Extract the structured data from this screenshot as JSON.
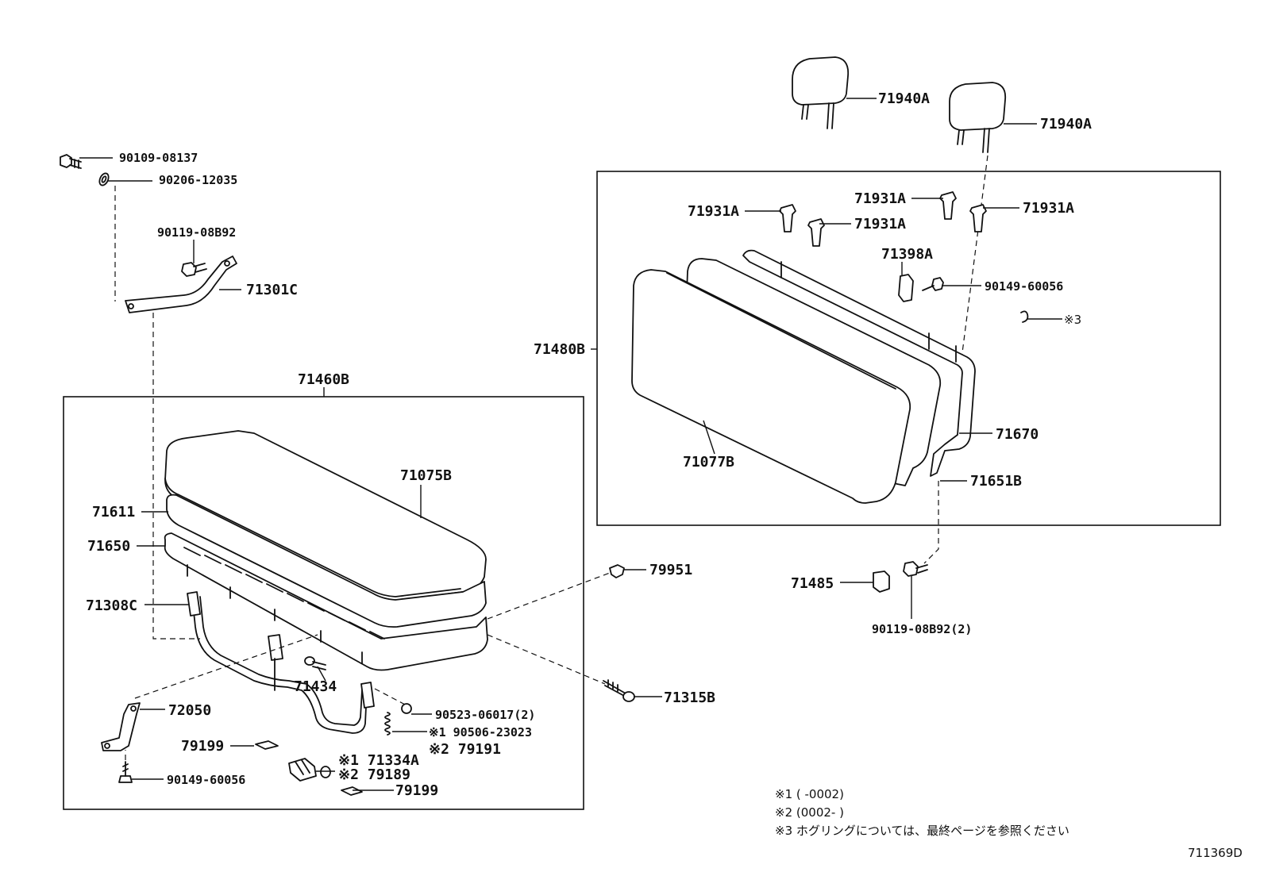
{
  "labels": {
    "p90109_08137": "90109-08137",
    "p90206_12035": "90206-12035",
    "p90119_08B92": "90119-08B92",
    "p71301C": "71301C",
    "p71460B": "71460B",
    "p71075B": "71075B",
    "p71611": "71611",
    "p71650": "71650",
    "p71308C": "71308C",
    "p71434": "71434",
    "p72050": "72050",
    "p79199a": "79199",
    "p90149_60056a": "90149-60056",
    "p90523_06017": "90523-06017(2)",
    "p90506_23023": "※1 90506-23023",
    "p79191": "※2 79191",
    "p71334A": "※1 71334A",
    "p79189": "※2 79189",
    "p79199b": "79199",
    "p79951": "79951",
    "p71315B": "71315B",
    "p71940A_1": "71940A",
    "p71940A_2": "71940A",
    "p71931A_1": "71931A",
    "p71931A_2": "71931A",
    "p71931A_3": "71931A",
    "p71931A_4": "71931A",
    "p71398A": "71398A",
    "p90149_60056b": "90149-60056",
    "p_note3": "※3",
    "p71480B": "71480B",
    "p71670": "71670",
    "p71077B": "71077B",
    "p71651B": "71651B",
    "p71485": "71485",
    "p90119_08B92_2": "90119-08B92(2)"
  },
  "notes": {
    "n1": "※1 (       -0002)",
    "n2": "※2 (0002-       )",
    "n3": "※3  ホグリングについては、最終ページを参照ください"
  },
  "diagram_code": "711369D"
}
